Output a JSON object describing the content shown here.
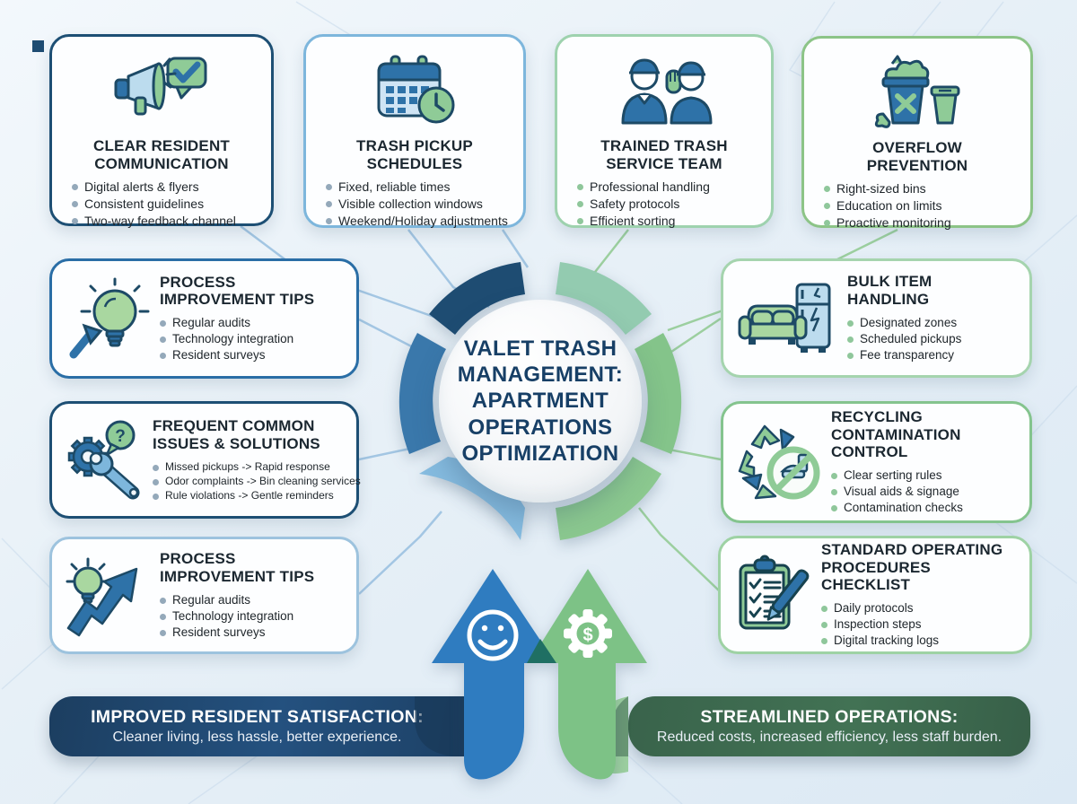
{
  "center": {
    "title": "VALET TRASH MANAGEMENT: APARTMENT OPERATIONS OPTIMIZATION"
  },
  "cards": {
    "top": [
      {
        "title": "CLEAR RESIDENT COMMUNICATION",
        "bullets": [
          "Digital alerts & flyers",
          "Consistent guidelines",
          "Two-way feedback channel"
        ],
        "icon": "megaphone-check-icon",
        "accent": "#1d4f74"
      },
      {
        "title": "TRASH PICKUP SCHEDULES",
        "bullets": [
          "Fixed, reliable times",
          "Visible collection windows",
          "Weekend/Holiday adjustments"
        ],
        "icon": "calendar-clock-icon",
        "accent": "#7db6dc"
      },
      {
        "title": "TRAINED TRASH SERVICE TEAM",
        "bullets": [
          "Professional handling",
          "Safety protocols",
          "Efficient sorting"
        ],
        "icon": "service-team-icon",
        "accent": "#9ed2ae"
      },
      {
        "title": "OVERFLOW PREVENTION",
        "bullets": [
          "Right-sized bins",
          "Education on limits",
          "Proactive monitoring"
        ],
        "icon": "overflow-bins-icon",
        "accent": "#8cc487"
      }
    ],
    "left": [
      {
        "title": "PROCESS IMPROVEMENT TIPS",
        "bullets": [
          "Regular audits",
          "Technology integration",
          "Resident surveys"
        ],
        "icon": "lightbulb-cursor-icon",
        "accent": "#2a6ea6"
      },
      {
        "title": "FREQUENT COMMON ISSUES & SOLUTIONS",
        "bullets": [
          "Missed pickups -> Rapid response",
          "Odor complaints -> Bin cleaning services",
          "Rule violations -> Gentle reminders"
        ],
        "icon": "gear-wrench-question-icon",
        "accent": "#1d4f74"
      },
      {
        "title": "PROCESS IMPROVEMENT TIPS",
        "bullets": [
          "Regular audits",
          "Technology integration",
          "Resident surveys"
        ],
        "icon": "lightbulb-growth-icon",
        "accent": "#9dc3de"
      }
    ],
    "right": [
      {
        "title": "BULK ITEM HANDLING",
        "bullets": [
          "Designated zones",
          "Scheduled pickups",
          "Fee transparency"
        ],
        "icon": "couch-fridge-icon",
        "accent": "#a5d4ae"
      },
      {
        "title": "RECYCLING CONTAMINATION CONTROL",
        "bullets": [
          "Clear serting rules",
          "Visual aids & signage",
          "Contamination checks"
        ],
        "icon": "recycle-no-food-icon",
        "accent": "#84c48e"
      },
      {
        "title": "STANDARD OPERATING PROCEDURES CHECKLIST",
        "bullets": [
          "Daily protocols",
          "Inspection steps",
          "Digital tracking logs"
        ],
        "icon": "checklist-pen-icon",
        "accent": "#9ed2a4"
      }
    ]
  },
  "ring": {
    "segments": [
      {
        "color": "#1e4c72"
      },
      {
        "color": "#3a78ab"
      },
      {
        "color": "#85bbdf"
      },
      {
        "color": "#93cbb0"
      },
      {
        "color": "#84c48a"
      },
      {
        "color": "#8bc88f"
      }
    ]
  },
  "arrows": {
    "satisfaction_color": "#2f7cc0",
    "operations_color": "#7dc286",
    "overlap_color": "#1f6f63",
    "satisfaction_icon": "smiley-icon",
    "operations_icon": "gear-dollar-icon"
  },
  "banners": {
    "left": {
      "title": "IMPROVED RESIDENT SATISFACTION:",
      "subtitle": "Cleaner living, less hassle, better experience."
    },
    "right": {
      "title": "STREAMLINED OPERATIONS:",
      "subtitle": "Reduced costs, increased efficiency, less staff burden."
    }
  }
}
